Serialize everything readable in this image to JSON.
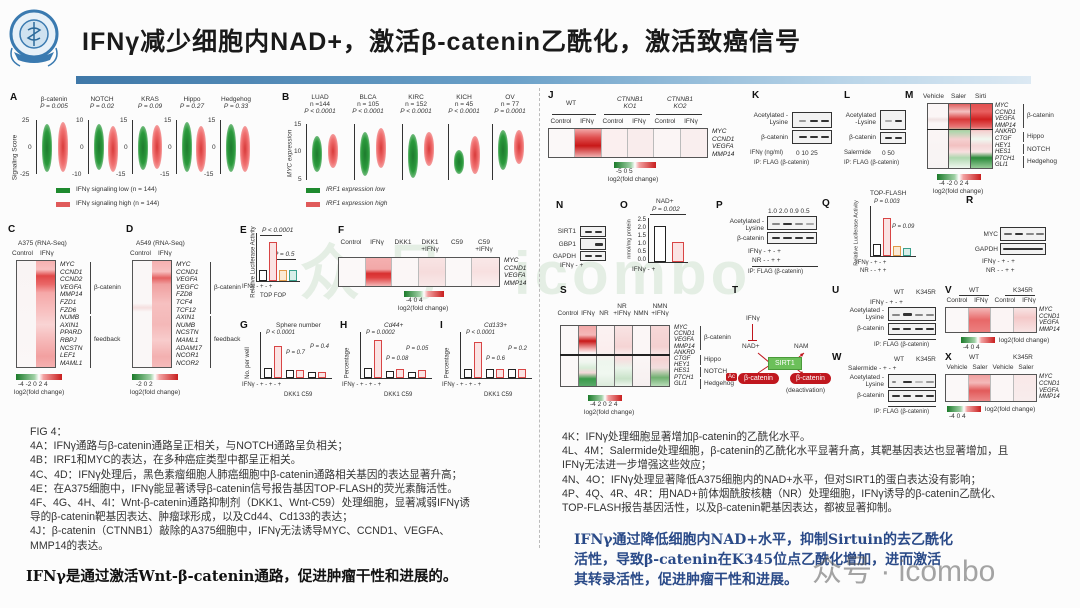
{
  "header": {
    "title": "IFNγ减少细胞内NAD+，激活β-catenin乙酰化，激活致癌信号",
    "logo_icon": "institution-emblem-icon",
    "accent_bar_colors": [
      "#3f78a8",
      "#dce9f3"
    ]
  },
  "watermark": {
    "text": "众号 · icombo"
  },
  "left": {
    "panel_A": {
      "label": "A",
      "ylabel": "Signaling Score",
      "groups": [
        {
          "name": "β-catenin",
          "p": "P = 0.005",
          "ymax": "25",
          "ymid": "0",
          "ymin": "-25"
        },
        {
          "name": "NOTCH",
          "p": "P = 0.02",
          "ymax": "10",
          "ymid": "0",
          "ymin": "-10"
        },
        {
          "name": "KRAS",
          "p": "P = 0.09",
          "ymax": "15",
          "ymid": "0",
          "ymin": "-15"
        },
        {
          "name": "Hippo",
          "p": "P = 0.27",
          "ymax": "15",
          "ymid": "0",
          "ymin": "-15"
        },
        {
          "name": "Hedgehog",
          "p": "P = 0.33",
          "ymax": "15",
          "ymid": "0",
          "ymin": "-15"
        }
      ],
      "legend": [
        "IFNγ signaling low (n = 144)",
        "IFNγ signaling high (n = 144)"
      ]
    },
    "panel_B": {
      "label": "B",
      "ylabel": "MYC expression",
      "groups": [
        {
          "name": "LUAD",
          "n": "n =144",
          "p": "P < 0.0001"
        },
        {
          "name": "BLCA",
          "n": "n = 105",
          "p": "P < 0.0001"
        },
        {
          "name": "KIRC",
          "n": "n = 152",
          "p": "P < 0.0001"
        },
        {
          "name": "KICH",
          "n": "n = 45",
          "p": "P < 0.0001"
        },
        {
          "name": "OV",
          "n": "n = 77",
          "p": "P = 0.0001"
        }
      ],
      "yticks": [
        "15",
        "10",
        "5"
      ],
      "legend": [
        "IRF1 expression low",
        "IRF1 expression high"
      ]
    },
    "panel_C": {
      "label": "C",
      "subtitle": "A375 (RNA-Seq)",
      "cols": [
        "Control",
        "IFNγ"
      ],
      "genes": [
        "MYC",
        "CCND1",
        "CCND2",
        "VEGFA",
        "MMP14",
        "FZD1",
        "FZD6",
        "NUMB",
        "AXIN1",
        "PPARD",
        "RBPJ",
        "NCSTN",
        "LEF1",
        "MAML1"
      ],
      "groups": [
        "β-catenin",
        "feedback"
      ],
      "scale_ticks": "-4 -2 0 2 4",
      "scale_label": "log2(fold change)"
    },
    "panel_D": {
      "label": "D",
      "subtitle": "A549 (RNA-Seq)",
      "cols": [
        "Control",
        "IFNγ"
      ],
      "genes": [
        "MYC",
        "CCND1",
        "VEGFA",
        "VEGFC",
        "FZD8",
        "TCF4",
        "TCF12",
        "AXIN1",
        "NUMB",
        "NCSTN",
        "MAML1",
        "ADAM17",
        "NCOR1",
        "NCOR2"
      ],
      "groups": [
        "β-catenin",
        "feedback"
      ],
      "scale_ticks": "-2  0  2",
      "scale_label": "log2(fold change)"
    },
    "panel_E": {
      "label": "E",
      "ylabel": "Relative Luciferase Activity",
      "p1": "P < 0.0001",
      "p2": "P = 0.5",
      "xrow": "IFNγ  -  +  -  +",
      "xgroups": "TOP   FOP",
      "yticks": [
        "4",
        "3",
        "2",
        "1",
        "0"
      ]
    },
    "panel_F": {
      "label": "F",
      "cols": [
        "Control",
        "IFNγ",
        "DKK1",
        "DKK1 +IFNγ",
        "C59",
        "C59 +IFNγ"
      ],
      "genes": [
        "MYC",
        "CCND1",
        "VEGFA",
        "MMP14"
      ],
      "scale_ticks": "-4   0   4",
      "scale_label": "log2(fold change)"
    },
    "panel_G": {
      "label": "G",
      "title": "Sphere number",
      "ylabel": "No. per well",
      "p": [
        "P < 0.0001",
        "P = 0.7",
        "P = 0.4"
      ],
      "yticks": [
        "20",
        "15",
        "10",
        "5",
        "0"
      ],
      "xlabel": "IFNγ  -  +  -  +  -  +",
      "xgroups": "DKK1 C59"
    },
    "panel_H": {
      "label": "H",
      "title": "Cd44+",
      "ylabel": "Percentage",
      "p": [
        "P = 0.0002",
        "P = 0.08",
        "P = 0.05"
      ],
      "yticks": [
        "20",
        "15",
        "10",
        "5",
        "0"
      ],
      "xlabel": "IFNγ  -  +  -  +  -  +",
      "xgroups": "DKK1 C59"
    },
    "panel_I": {
      "label": "I",
      "title": "Cd133+",
      "ylabel": "Percentage",
      "p": [
        "P < 0.0001",
        "P = 0.6",
        "P = 0.2"
      ],
      "yticks": [
        "20",
        "15",
        "10",
        "5",
        "0"
      ],
      "xlabel": "IFNγ  -  +  -  +  -  +",
      "xgroups": "DKK1 C59"
    },
    "caption": [
      "FIG 4：",
      "4A：IFNγ通路与β-catenin通路呈正相关，与NOTCH通路呈负相关；",
      "4B：IRF1和MYC的表达，在多种癌症类型中都呈正相关。",
      "4C、4D：IFNγ处理后，黑色素瘤细胞人肺癌细胞中β-catenin通路相关基因的表达显著升高；",
      "4E：在A375细胞中，IFNγ能显著诱导β-catenin信号报告基因TOP-FLASH的荧光素酶活性。",
      "4F、4G、4H、4I：Wnt-β-catenin通路抑制剂（DKK1、Wnt-C59）处理细胞，显著减弱IFNγ诱",
      "导的β-catenin靶基因表达、肿瘤球形成，以及Cd44、Cd133的表达；",
      " 4J：β-catenin（CTNNB1）敲除的A375细胞中，IFNγ无法诱导MYC、CCND1、VEGFA、",
      "MMP14的表达。"
    ],
    "conclusion": "IFNγ是通过激活Wnt-β-catenin通路，促进肿瘤干性和进展的。"
  },
  "right": {
    "panel_J": {
      "label": "J",
      "groups": [
        "WT",
        "CTNNB1 KO1",
        "CTNNB1 KO2"
      ],
      "cols": [
        "Control",
        "IFNγ",
        "Control",
        "IFNγ",
        "Control",
        "IFNγ"
      ],
      "genes": [
        "MYC",
        "CCND1",
        "VEGFA",
        "MMP14"
      ],
      "scale_ticks": "-5   0   5",
      "scale_label": "log2(fold change)"
    },
    "panel_K": {
      "label": "K",
      "rows": [
        "Acetylated -Lysine",
        "β-catenin"
      ],
      "treat": "IFNγ (ng/ml)",
      "doses": "0  10  25",
      "ip": "IP: FLAG (β-catenin)"
    },
    "panel_L": {
      "label": "L",
      "rows": [
        "Acetylated -Lysine",
        "β-catenin"
      ],
      "treat": "Salermide",
      "doses": "0   50",
      "ip": "IP: FLAG (β-catenin)"
    },
    "panel_M": {
      "label": "M",
      "cols": [
        "Vehicle",
        "Saler",
        "Sirti"
      ],
      "genes": [
        "MYC",
        "CCND1",
        "VEGFA",
        "MMP14",
        "ANKRD",
        "CTGF",
        "HEY1",
        "HES1",
        "PTCH1",
        "GLI1"
      ],
      "groups": [
        "β-catenin",
        "Hippo",
        "NOTCH",
        "Hedgehog"
      ],
      "scale_ticks": "-4 -2 0 2 4",
      "scale_label": "log2(fold change)"
    },
    "panel_N": {
      "label": "N",
      "rows": [
        "SIRT1",
        "GBP1",
        "GAPDH"
      ],
      "treat": "IFNγ   -   +"
    },
    "panel_O": {
      "label": "O",
      "title": "NAD+",
      "p": "P = 0.002",
      "ylabel": "nmol/mg protein",
      "yticks": [
        "2.5",
        "2.0",
        "1.5",
        "1.0",
        "0.5",
        "0.0"
      ],
      "xlabel": "IFNγ   -   +"
    },
    "panel_P": {
      "label": "P",
      "quant": "1.0 2.0 0.9 0.5",
      "rows": [
        "Acetylated -Lysine",
        "β-catenin"
      ],
      "ifn": "IFNγ  -  +  -  +",
      "nr": "NR  -  -  +  +",
      "ip": "IP: FLAG (β-catenin)"
    },
    "panel_Q": {
      "label": "Q",
      "title": "TOP-FLASH",
      "ylabel": "Relative Luciferase Activity",
      "p": [
        "P = 0.003",
        "P = 0.09"
      ],
      "yticks": [
        "4",
        "3",
        "2",
        "1",
        "0"
      ],
      "ifn": "IFNγ  -  +  -  +",
      "nr": "NR  -  -  +  +"
    },
    "panel_R": {
      "label": "R",
      "rows": [
        "MYC",
        "GAPDH"
      ],
      "ifn": "IFNγ  -  +  -  +",
      "nr": "NR  -  -  +  +"
    },
    "panel_S": {
      "label": "S",
      "cols": [
        "Control",
        "IFNγ",
        "NR",
        "NR +IFNγ",
        "NMN",
        "NMN +IFNγ"
      ],
      "genes": [
        "MYC",
        "CCND1",
        "VEGFA",
        "MMP14",
        "ANKRD",
        "CTGF",
        "HEY1",
        "HES1",
        "PTCH1",
        "GLI1"
      ],
      "groups": [
        "β-catenin",
        "Hippo",
        "NOTCH",
        "Hedgehog"
      ],
      "scale_ticks": "-4 2 0 2 4",
      "scale_label": "log2(fold change)"
    },
    "panel_T": {
      "label": "T",
      "nodes": {
        "ifn": "IFNγ",
        "nad": "NAD+",
        "nam": "NAM",
        "sirt": "SIRT1",
        "ac": "Ac",
        "bcat": "β-catenin",
        "bcat2": "β-catenin",
        "deact": "(deactivation)"
      }
    },
    "panel_U": {
      "label": "U",
      "groups": [
        "WT",
        "K345R"
      ],
      "ifn": "IFNγ  -  +  -  +",
      "rows": [
        "Acetylated -Lysine",
        "β-catenin"
      ],
      "ip": "IP: FLAG (β-catenin)"
    },
    "panel_V": {
      "label": "V",
      "groups": [
        "WT",
        "K345R"
      ],
      "cols": [
        "Control",
        "IFNγ",
        "Control",
        "IFNγ"
      ],
      "genes": [
        "MYC",
        "CCND1",
        "VEGFA",
        "MMP14"
      ],
      "scale_ticks": "-4   0   4",
      "scale_label": "log2(fold change)"
    },
    "panel_W": {
      "label": "W",
      "groups": [
        "WT",
        "K345R"
      ],
      "treat": "Salermide  -  +  -  +",
      "rows": [
        "Acetylated -Lysine",
        "β-catenin"
      ],
      "ip": "IP: FLAG (β-catenin)"
    },
    "panel_X": {
      "label": "X",
      "groups": [
        "WT",
        "K345R"
      ],
      "cols": [
        "Vehicle",
        "Saler",
        "Vehicle",
        "Saler"
      ],
      "genes": [
        "MYC",
        "CCND1",
        "VEGFA",
        "MMP14"
      ],
      "scale_ticks": "-4   0   4",
      "scale_label": "log2(fold change)"
    },
    "caption": [
      "4K：IFNγ处理细胞显著增加β-catenin的乙酰化水平。",
      "4L、4M：Salermide处理细胞，β-catenin的乙酰化水平显著升高，其靶基因表达也显著增加，且",
      "IFNγ无法进一步增强这些效应；",
      "4N、4O：IFNγ处理显著降低A375细胞内的NAD+水平，但对SIRT1的蛋白表达没有影响；",
      "4P、4Q、4R、4R：用NAD+前体烟酰胺核糖（NR）处理细胞，IFNγ诱导的β-catenin乙酰化、",
      "TOP-FLASH报告基因活性，以及β-catenin靶基因表达，都被显著抑制。"
    ],
    "conclusion": [
      "IFNγ通过降低细胞内NAD+水平，抑制Sirtuin的去乙酰化",
      "活性，导致β-catenin在K345位点乙酰化增加，进而激活",
      "其转录活性，促进肿瘤干性和进展。"
    ]
  }
}
